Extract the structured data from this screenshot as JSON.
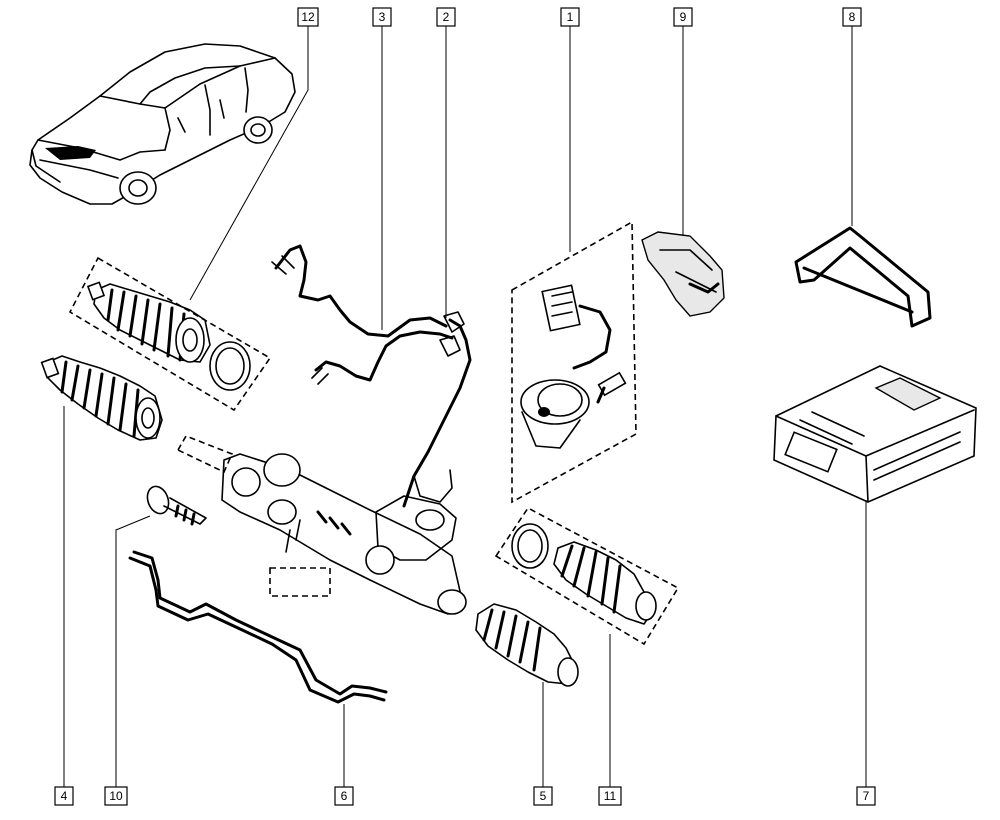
{
  "callouts": [
    {
      "id": "12",
      "label": "12"
    },
    {
      "id": "3",
      "label": "3"
    },
    {
      "id": "2",
      "label": "2"
    },
    {
      "id": "1",
      "label": "1"
    },
    {
      "id": "9",
      "label": "9"
    },
    {
      "id": "8",
      "label": "8"
    },
    {
      "id": "4",
      "label": "4"
    },
    {
      "id": "10",
      "label": "10"
    },
    {
      "id": "6",
      "label": "6"
    },
    {
      "id": "5",
      "label": "5"
    },
    {
      "id": "11",
      "label": "11"
    },
    {
      "id": "7",
      "label": "7"
    }
  ]
}
